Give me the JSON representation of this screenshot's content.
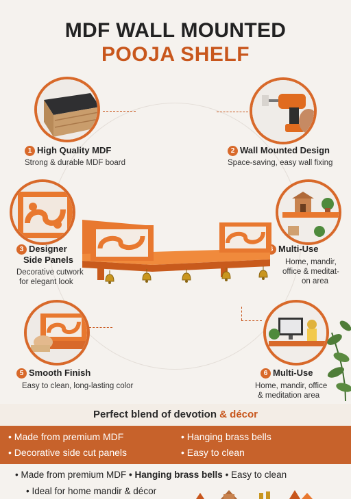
{
  "title": {
    "line1": "MDF WALL MOUNTED",
    "line2": "POOJA SHELF"
  },
  "features": [
    {
      "num": "1",
      "title": "High Quality MDF",
      "desc": [
        "Strong & durable MDF board"
      ]
    },
    {
      "num": "2",
      "title": "Wall Mounted Design",
      "desc": [
        "Space-saving, easy wall fixing"
      ]
    },
    {
      "num": "3",
      "title": "Designer",
      "title2": "Side Panels",
      "desc": [
        "Decorative cutwork",
        "for elegant look"
      ]
    },
    {
      "num": "6",
      "title": "Multi-Use",
      "desc": [
        "Home, mandir,",
        "office & meditat-",
        "on area"
      ]
    },
    {
      "num": "5",
      "title": "Smooth Finish",
      "desc": [
        "Easy to clean, long-lasting color"
      ]
    },
    {
      "num": "6",
      "title": "Multi-Use",
      "desc": [
        "Home, mandir, office",
        "& meditation area"
      ]
    }
  ],
  "tagline": {
    "main": "Perfect blend of devotion",
    "accent": "& décor"
  },
  "highlights": [
    "Made from premium MDF",
    "Hanging brass bells",
    "Decorative side cut panels",
    "Easy to clean"
  ],
  "bottom": {
    "line1a": "• Made from premium MDF",
    "line1b": "• Hanging brass bells",
    "line1c": "• Easy to clean",
    "line2": "• Ideal for home mandir & décor"
  },
  "colors": {
    "accent": "#d8692a",
    "accent_dark": "#c8561c",
    "band": "#c7622b",
    "shelf": "#e8782f"
  }
}
